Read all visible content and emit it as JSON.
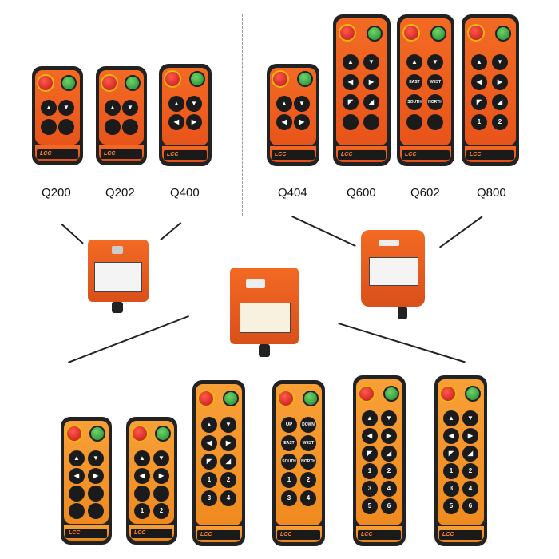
{
  "models": {
    "q200": "Q200",
    "q202": "Q202",
    "q400": "Q400",
    "q404": "Q404",
    "q600": "Q600",
    "q602": "Q602",
    "q800": "Q800"
  },
  "brand_logo": "LCC",
  "button_text": {
    "up": "UP",
    "down": "DOWN",
    "east": "EAST",
    "west": "WEST",
    "south": "SOUTH",
    "north": "NORTH",
    "one": "1",
    "two": "2",
    "three": "3",
    "four": "4",
    "five": "5",
    "six": "6"
  },
  "colors": {
    "orange": "#e8541a",
    "yellow_orange": "#ef8a1f",
    "black": "#1b1b1b",
    "red": "#c1121b",
    "green": "#1d8a2a"
  }
}
